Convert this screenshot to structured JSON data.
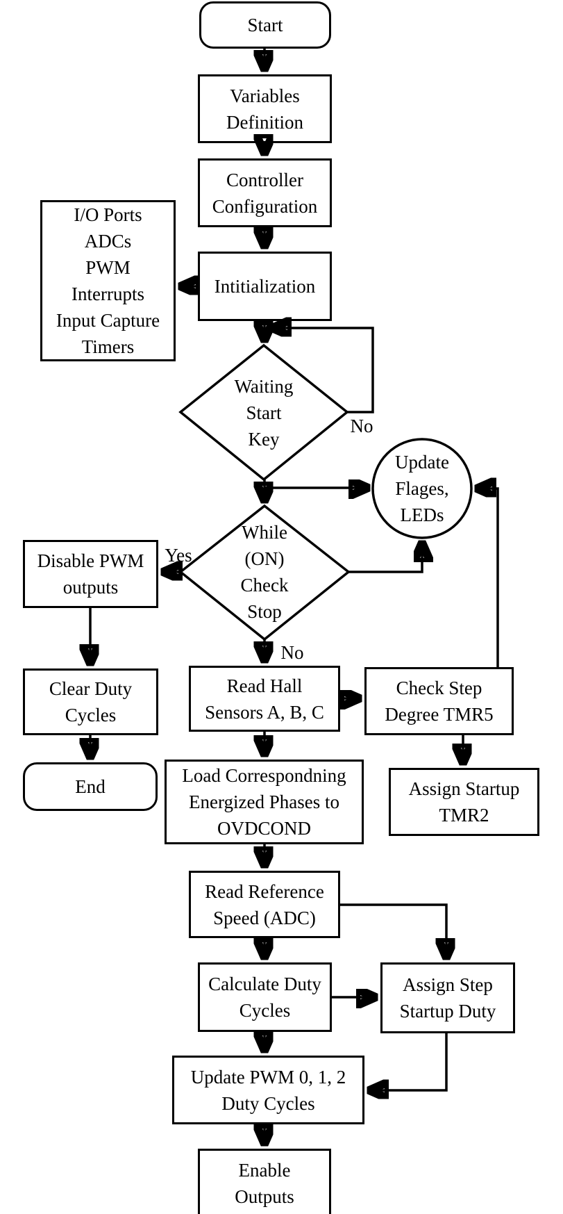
{
  "diagram": {
    "type": "flowchart",
    "colors": {
      "stroke": "#000000",
      "background": "#ffffff"
    },
    "nodes": {
      "start": {
        "shape": "rounded",
        "lines": [
          "Start"
        ]
      },
      "variables": {
        "shape": "rect",
        "lines": [
          "Variables",
          "Definition"
        ]
      },
      "controller": {
        "shape": "rect",
        "lines": [
          "Controller",
          "Configuration"
        ]
      },
      "io": {
        "shape": "rect",
        "lines": [
          "I/O Ports",
          "ADCs",
          "PWM",
          "Interrupts",
          "Input Capture",
          "Timers"
        ]
      },
      "initialization": {
        "shape": "rect",
        "lines": [
          "Intitialization"
        ]
      },
      "waiting": {
        "shape": "diamond",
        "lines": [
          "Waiting",
          "Start",
          "Key"
        ]
      },
      "while_check": {
        "shape": "diamond",
        "lines": [
          "While",
          "(ON)",
          "Check",
          "Stop"
        ]
      },
      "update_flags": {
        "shape": "circle",
        "lines": [
          "Update",
          "Flages,",
          "LEDs"
        ]
      },
      "disable_pwm": {
        "shape": "rect",
        "lines": [
          "Disable PWM",
          "outputs"
        ]
      },
      "clear_duty": {
        "shape": "rect",
        "lines": [
          "Clear Duty",
          "Cycles"
        ]
      },
      "end": {
        "shape": "rounded",
        "lines": [
          "End"
        ]
      },
      "read_hall": {
        "shape": "rect",
        "lines": [
          "Read Hall",
          "Sensors A, B, C"
        ]
      },
      "check_step": {
        "shape": "rect",
        "lines": [
          "Check Step",
          "Degree TMR5"
        ]
      },
      "assign_tmr2": {
        "shape": "rect",
        "lines": [
          "Assign Startup",
          "TMR2"
        ]
      },
      "load_phases": {
        "shape": "rect",
        "lines": [
          "Load Correspondning",
          "Energized Phases to",
          "OVDCOND"
        ]
      },
      "read_ref": {
        "shape": "rect",
        "lines": [
          "Read Reference",
          "Speed (ADC)"
        ]
      },
      "calc_duty": {
        "shape": "rect",
        "lines": [
          "Calculate Duty",
          "Cycles"
        ]
      },
      "assign_duty": {
        "shape": "rect",
        "lines": [
          "Assign Step",
          "Startup Duty"
        ]
      },
      "update_pwm": {
        "shape": "rect",
        "lines": [
          "Update PWM 0, 1, 2",
          "Duty Cycles"
        ]
      },
      "enable_outputs": {
        "shape": "rect",
        "lines": [
          "Enable",
          "Outputs"
        ]
      }
    },
    "edge_labels": {
      "waiting_no": "No",
      "while_yes": "Yes",
      "while_no": "No"
    }
  }
}
